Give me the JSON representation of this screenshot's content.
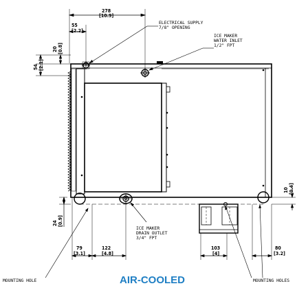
{
  "title": "AIR-COOLED",
  "title_color": "#1f7fc4",
  "dimensions": {
    "d278": "278",
    "d278_in": "[10.9]",
    "d55": "55",
    "d55_in": "[2.2]",
    "d54": "54",
    "d54_in": "[2.1]",
    "d20": "20",
    "d20_in": "[0.8]",
    "d10": "10",
    "d10_in": "[0.4]",
    "d24": "24",
    "d24_in": "[0.9]",
    "d79": "79",
    "d79_in": "[3.1]",
    "d122": "122",
    "d122_in": "[4.8]",
    "d103": "103",
    "d103_in": "[4]",
    "d80": "80",
    "d80_in": "[3.2]"
  },
  "callouts": {
    "electrical_l1": "ELECTRICAL SUPPLY",
    "electrical_l2": "7/8\" OPENING",
    "water_l1": "ICE MAKER",
    "water_l2": "WATER INLET",
    "water_l3": "1/2\" FPT",
    "drain_l1": "ICE MAKER",
    "drain_l2": "DRAIN OUTLET",
    "drain_l3": "3/4\" FPT",
    "mounting_hole": "MOUNTING HOLE",
    "mounting_holes": "MOUNTING HOLES"
  }
}
